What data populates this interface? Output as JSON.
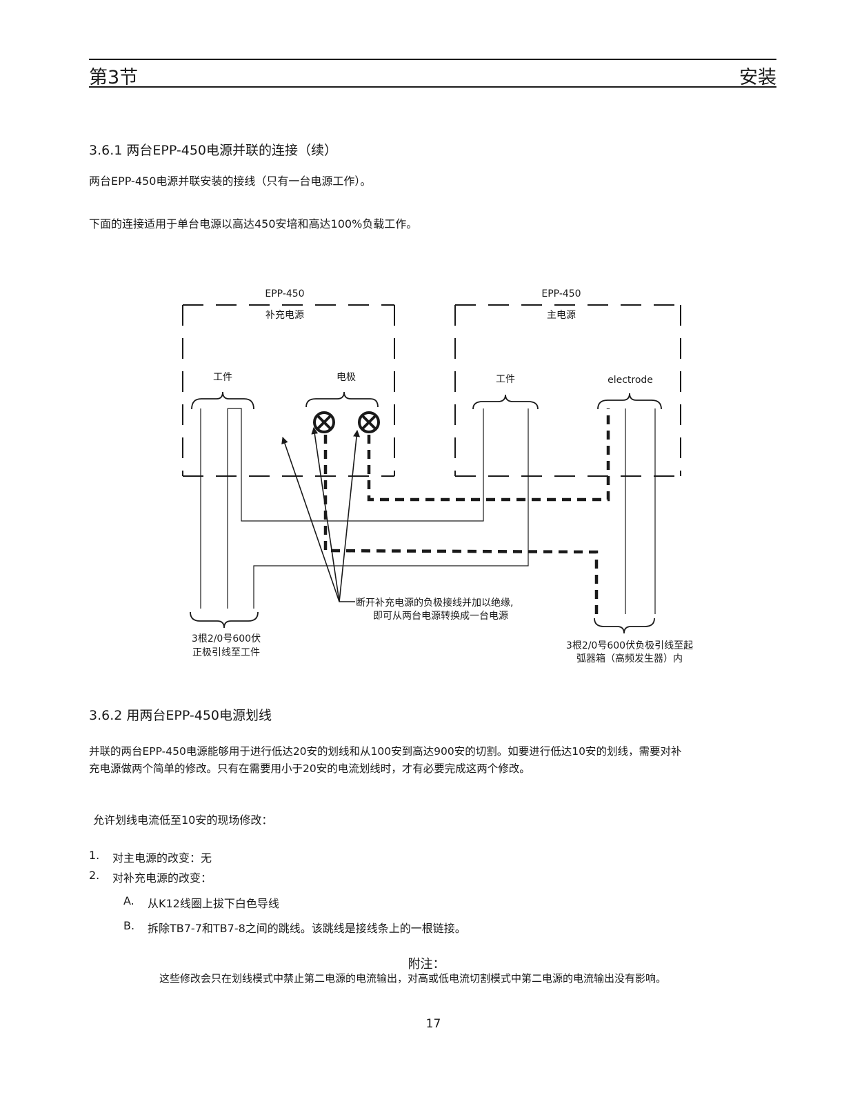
{
  "header": {
    "section": "第3节",
    "title": "安装"
  },
  "s361": {
    "heading": "3.6.1  两台EPP-450电源并联的连接（续）",
    "para1": "两台EPP-450电源并联安装的接线（只有一台电源工作）。",
    "para2": "下面的连接适用于单台电源以高达450安培和高达100%负载工作。"
  },
  "diagram": {
    "left_unit": {
      "model": "EPP-450",
      "name": "补充电源",
      "work": "工件",
      "electrode": "电极"
    },
    "right_unit": {
      "model": "EPP-450",
      "name": "主电源",
      "work": "工件",
      "electrode": "electrode"
    },
    "note_line1": "断开补充电源的负极接线并加以绝缘,",
    "note_line2": "即可从两台电源转换成一台电源",
    "pos_line1": "3根2/0号600伏",
    "pos_line2": "正极引线至工件",
    "neg_line1": "3根2/0号600伏负极引线至起",
    "neg_line2": "弧器箱（高频发生器）内"
  },
  "s362": {
    "heading": "3.6.2  用两台EPP-450电源划线",
    "para1_l1": "并联的两台EPP-450电源能够用于进行低达20安的划线和从100安到高达900安的切割。如要进行低达10安的划线，需要对补",
    "para1_l2": "充电源做两个简单的修改。只有在需要用小于20安的电流划线时，才有必要完成这两个修改。",
    "intro": "允许划线电流低至10安的现场修改：",
    "items": [
      {
        "num": "1.",
        "text": "对主电源的改变：无"
      },
      {
        "num": "2.",
        "text": "对补充电源的改变："
      }
    ],
    "subitems": [
      {
        "letter": "A.",
        "text": "从K12线圈上拔下白色导线"
      },
      {
        "letter": "B.",
        "text": "拆除TB7-7和TB7-8之间的跳线。该跳线是接线条上的一根链接。"
      }
    ]
  },
  "note": {
    "title": "附注：",
    "text": "这些修改会只在划线模式中禁止第二电源的电流输出，对高或低电流切割模式中第二电源的电流输出没有影响。"
  },
  "page_number": "17"
}
